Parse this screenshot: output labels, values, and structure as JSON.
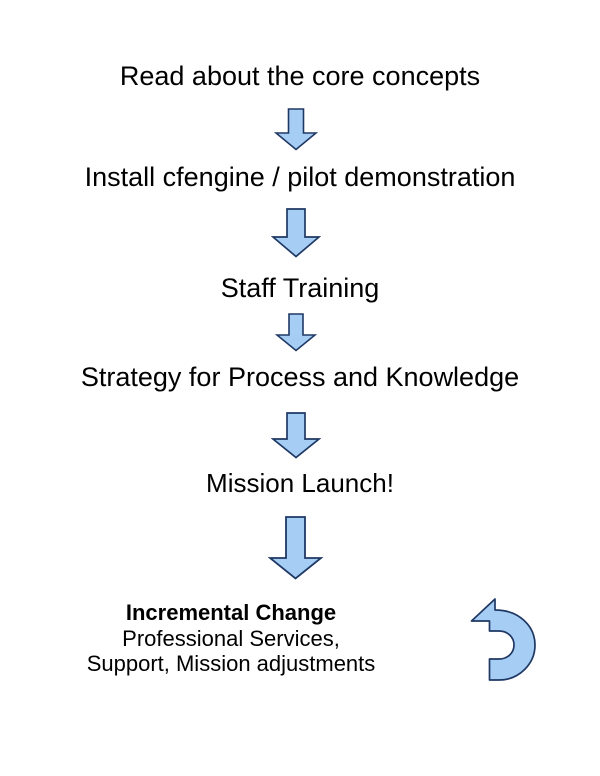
{
  "diagram": {
    "title": "cfengine adoption roadmap flowchart",
    "type": "vertical-flowchart",
    "background_color": "#ffffff",
    "text_color": "#000000",
    "arrow_fill": "#a6cef4",
    "arrow_stroke": "#1f3864",
    "steps": [
      {
        "label": "Read about the core concepts"
      },
      {
        "label": "Install cfengine / pilot demonstration"
      },
      {
        "label": "Staff Training"
      },
      {
        "label": "Strategy for Process and Knowledge"
      },
      {
        "label": "Mission Launch!"
      }
    ],
    "connectors": [
      {
        "name": "arrow-1",
        "direction": "down"
      },
      {
        "name": "arrow-2",
        "direction": "down"
      },
      {
        "name": "arrow-3",
        "direction": "down"
      },
      {
        "name": "arrow-4",
        "direction": "down"
      },
      {
        "name": "arrow-5",
        "direction": "down"
      }
    ],
    "final_block": {
      "heading": "Incremental Change",
      "line2": "Professional Services,",
      "line3": "Support, Mission adjustments",
      "loop_arrow": {
        "name": "circular-arrow",
        "direction": "counter-clockwise-loop"
      }
    }
  }
}
